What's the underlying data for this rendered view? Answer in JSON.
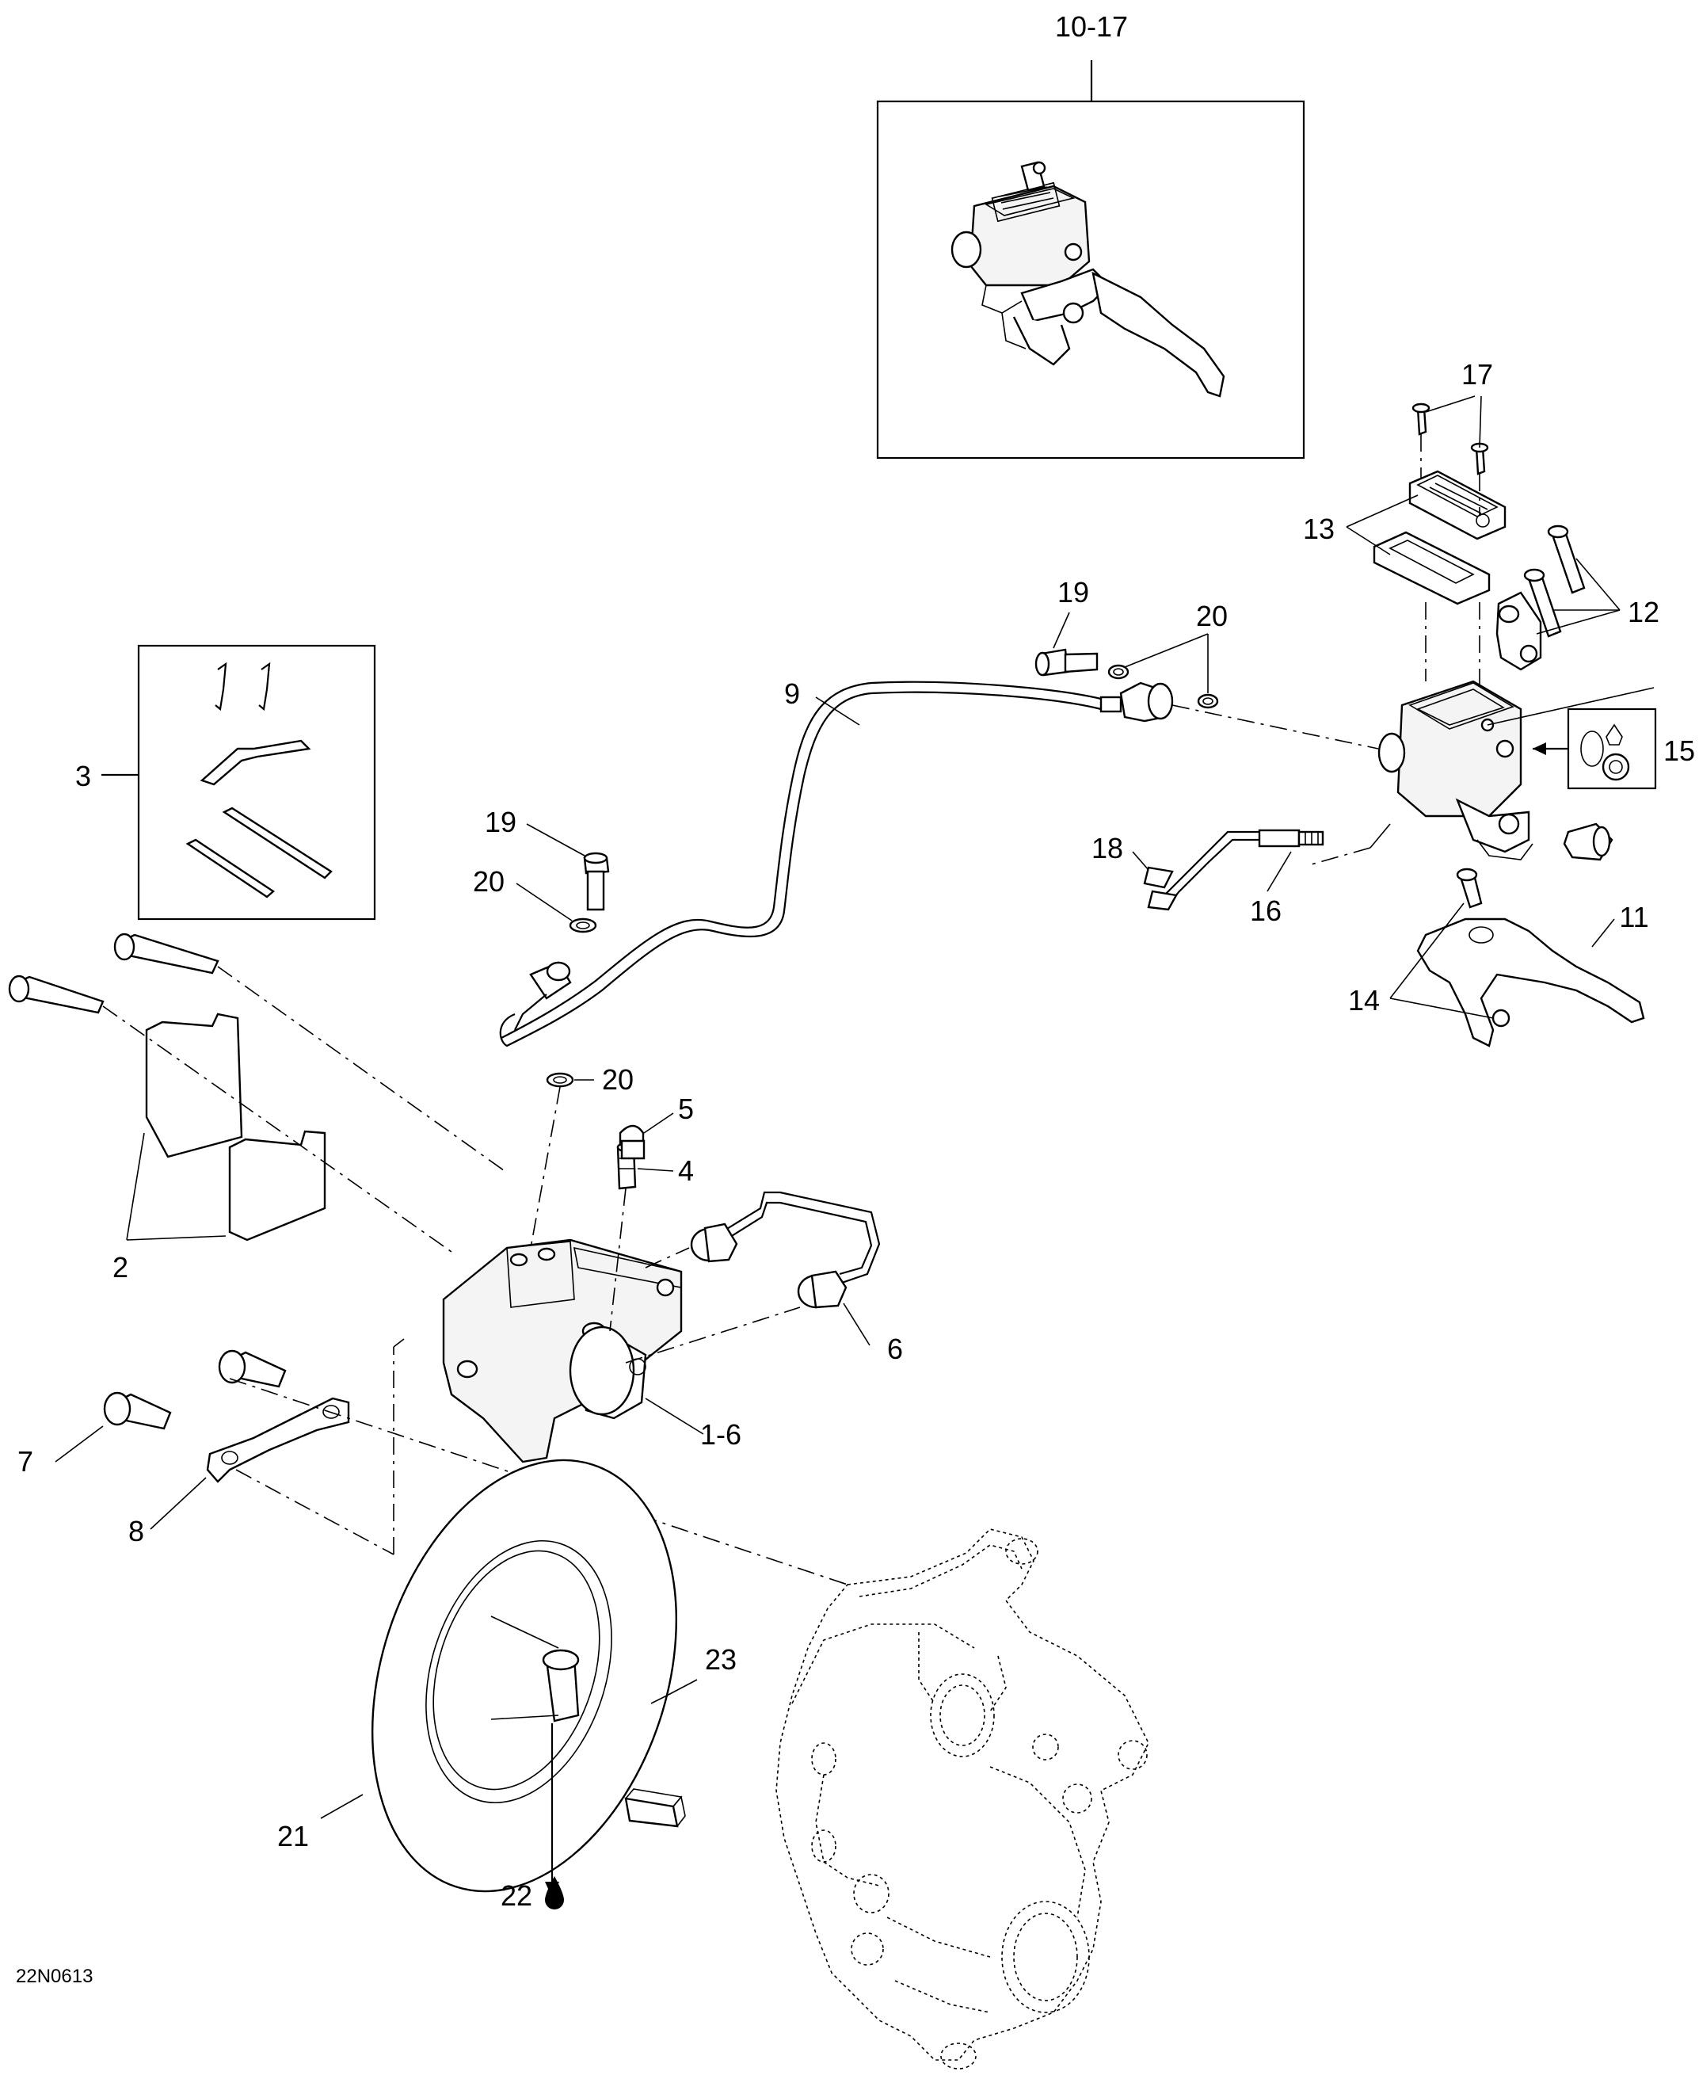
{
  "diagram_code": "22N0613",
  "labels": {
    "l_10_17": "10-17",
    "l_17": "17",
    "l_13": "13",
    "l_12": "12",
    "l_19a": "19",
    "l_20a": "20",
    "l_9": "9",
    "l_15": "15",
    "l_3": "3",
    "l_19b": "19",
    "l_20b": "20",
    "l_18": "18",
    "l_16": "16",
    "l_11": "11",
    "l_14": "14",
    "l_20c": "20",
    "l_5": "5",
    "l_4": "4",
    "l_2": "2",
    "l_6": "6",
    "l_1_6": "1-6",
    "l_7": "7",
    "l_8": "8",
    "l_23": "23",
    "l_21": "21",
    "l_22": "22"
  },
  "icons": {
    "lubricant": "oil-drop-icon",
    "seal_kit": "seal-kit-icon"
  }
}
